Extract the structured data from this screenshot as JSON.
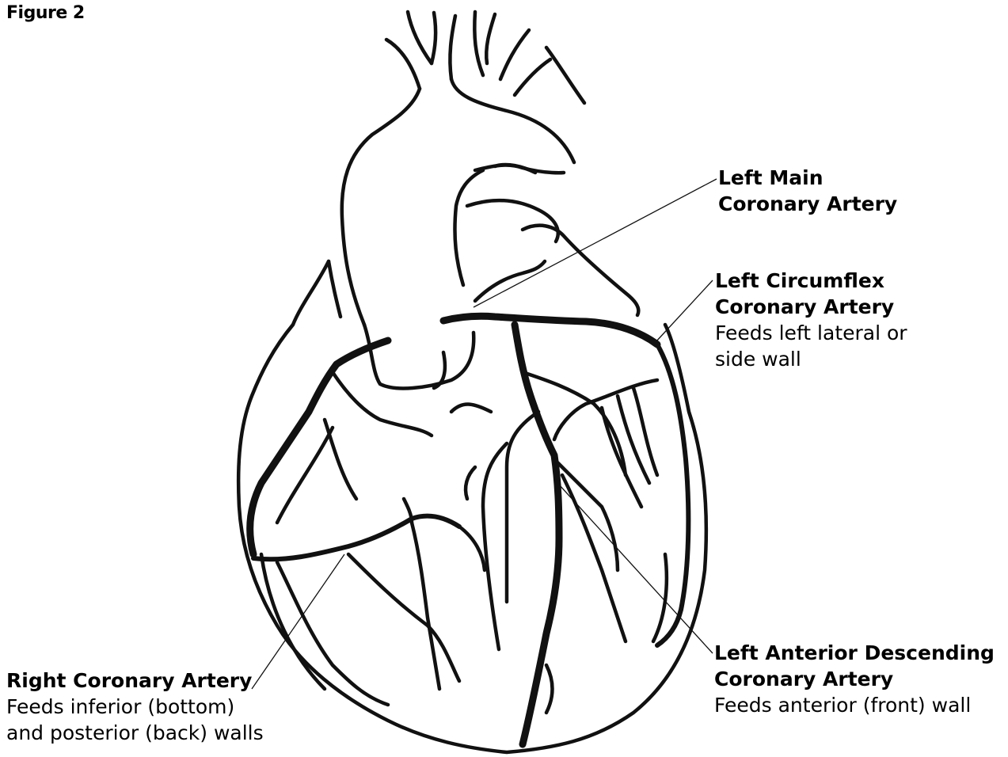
{
  "figure_title": "Figure 2",
  "labels": {
    "left_main": {
      "name_line1": "Left Main",
      "name_line2": "Coronary Artery"
    },
    "left_circumflex": {
      "name_line1": "Left Circumflex",
      "name_line2": "Coronary Artery",
      "desc_line1": "Feeds left lateral or",
      "desc_line2": "side wall"
    },
    "left_anterior_descending": {
      "name_line1": "Left Anterior Descending",
      "name_line2": "Coronary Artery",
      "desc_line1": "Feeds anterior (front) wall"
    },
    "right_coronary": {
      "name_line1": "Right Coronary Artery",
      "desc_line1": "Feeds inferior (bottom)",
      "desc_line2": "and posterior (back) walls"
    }
  },
  "icons": {
    "illustration": "heart-line-drawing"
  }
}
